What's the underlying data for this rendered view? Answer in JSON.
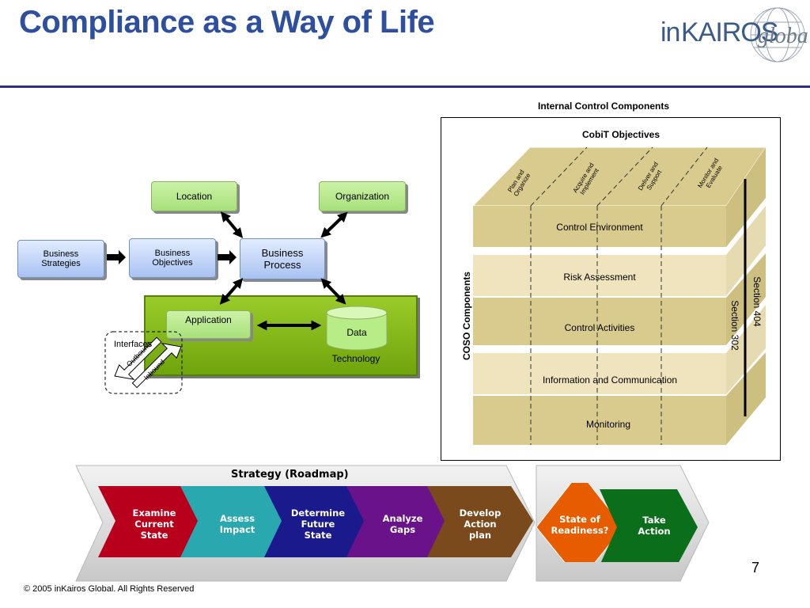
{
  "title": "Compliance as a Way of Life",
  "logo_text": "inKAIROSglobal",
  "left_diagram": {
    "location": "Location",
    "organization": "Organization",
    "business_strategies": [
      "Business",
      "Strategies"
    ],
    "business_objectives": [
      "Business",
      "Objectives"
    ],
    "business_process": [
      "Business",
      "Process"
    ],
    "application": "Application",
    "data": "Data",
    "technology": "Technology",
    "interfaces": "Interfaces",
    "outbound": "Outbound",
    "inbound": "Inbound"
  },
  "cube": {
    "header": "Internal Control Components",
    "cobit": "CobiT Objectives",
    "coso": "COSO Components",
    "objectives": [
      [
        "Plan and",
        "Organize"
      ],
      [
        "Acquire and",
        "Implement"
      ],
      [
        "Deliver and",
        "Support"
      ],
      [
        "Monitor and",
        "Evaluate"
      ]
    ],
    "layers": [
      "Control Environment",
      "Risk Assessment",
      "Control Activities",
      "Information and Communication",
      "Monitoring"
    ],
    "section404": "Section 404",
    "section302": "Section 302"
  },
  "roadmap": {
    "title": "Strategy (Roadmap)",
    "steps": [
      {
        "lines": [
          "Examine",
          "Current",
          "State"
        ],
        "color": "#b8001c"
      },
      {
        "lines": [
          "Assess",
          "Impact"
        ],
        "color": "#2aa8b0"
      },
      {
        "lines": [
          "Determine",
          "Future",
          "State"
        ],
        "color": "#1a1a8c"
      },
      {
        "lines": [
          "Analyze",
          "Gaps"
        ],
        "color": "#6a128a"
      },
      {
        "lines": [
          "Develop",
          "Action",
          "plan"
        ],
        "color": "#7a4a1c"
      }
    ],
    "readiness": [
      "State of",
      "Readiness?"
    ],
    "take_action": [
      "Take",
      "Action"
    ]
  },
  "footer": "© 2005 inKairos Global.   All Rights Reserved",
  "page_number": "7"
}
